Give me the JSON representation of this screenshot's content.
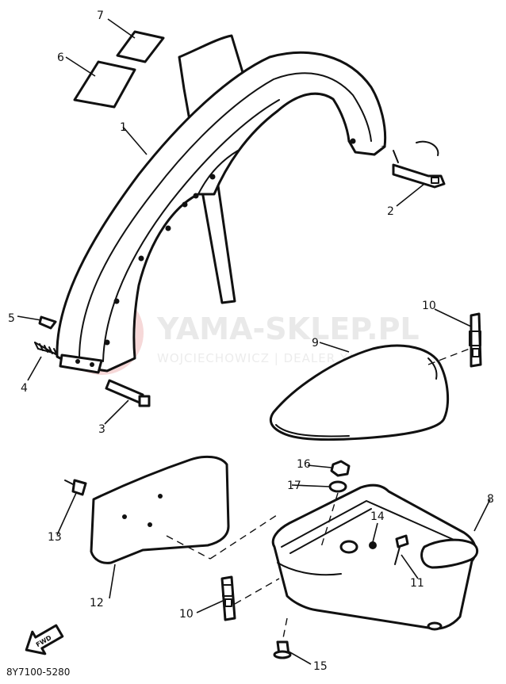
{
  "watermark": {
    "title": "YAMA-SKLEP.PL",
    "subtitle": "WOJCIECHOWICZ | DEALER YAMAHA"
  },
  "diagram_code": "8Y7100-5280",
  "fwd_label": "FWD",
  "callouts": {
    "c1": "1",
    "c2": "2",
    "c3": "3",
    "c4": "4",
    "c5": "5",
    "c6": "6",
    "c7": "7",
    "c8": "8",
    "c9": "9",
    "c10a": "10",
    "c10b": "10",
    "c11": "11",
    "c12": "12",
    "c13": "13",
    "c14": "14",
    "c15": "15",
    "c16": "16",
    "c17": "17"
  },
  "colors": {
    "ink": "#111111",
    "watermark": "#e9e9e9",
    "watermark_logo": "#f6d8d8"
  }
}
